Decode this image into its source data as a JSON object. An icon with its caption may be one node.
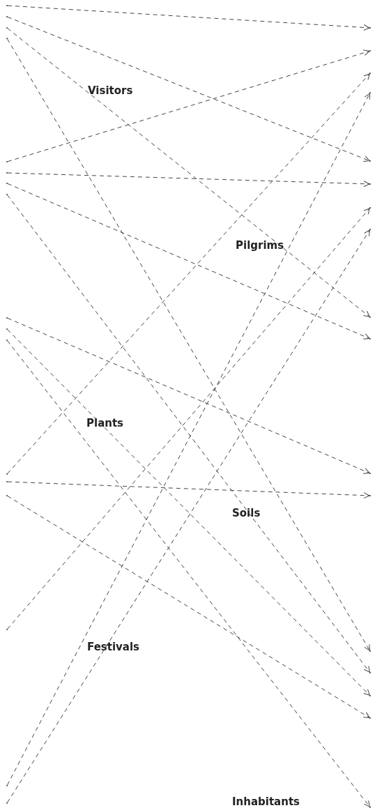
{
  "diagram": {
    "nodes": [
      {
        "text": [
          "Visitors"
        ]
      },
      {
        "text": [
          "Pilgrims"
        ]
      },
      {
        "text": [
          "Plants"
        ]
      },
      {
        "text": [
          "Soils"
        ]
      },
      {
        "text": [
          "Festivals"
        ]
      },
      {
        "text": [
          "Inhabitants"
        ]
      },
      {
        "text": [],
        "shape": "point"
      },
      {
        "text": [],
        "shape": "point"
      },
      {
        "text": [],
        "shape": "point"
      },
      {
        "text": [],
        "shape": "point"
      },
      {
        "text": [],
        "shape": "point"
      },
      {
        "text": [],
        "shape": "point"
      },
      {
        "text": [],
        "shape": "point"
      },
      {
        "text": [],
        "shape": "point"
      },
      {
        "text": [],
        "shape": "point"
      },
      {
        "text": [],
        "shape": "point"
      },
      {
        "text": [],
        "shape": "point"
      },
      {
        "text": [],
        "shape": "point"
      },
      {
        "text": [],
        "shape": "point"
      },
      {
        "text": [],
        "shape": "point"
      },
      {
        "text": [],
        "shape": "point"
      },
      {
        "text": [],
        "shape": "point"
      },
      {
        "text": [],
        "shape": "point"
      },
      {
        "text": [],
        "shape": "point"
      },
      {
        "text": [],
        "shape": "point"
      },
      {
        "text": [],
        "shape": "point"
      },
      {
        "text": [],
        "shape": "point"
      },
      {
        "text": [],
        "shape": "point"
      },
      {
        "text": [],
        "shape": "point"
      },
      {
        "text": [],
        "shape": "point"
      },
      {
        "text": [],
        "shape": "point"
      },
      {
        "text": [],
        "shape": "point"
      },
      {
        "text": [],
        "shape": "point"
      },
      {
        "text": [],
        "shape": "point"
      },
      {
        "text": [],
        "shape": "point"
      },
      {
        "text": [],
        "shape": "point"
      },
      {
        "text": [],
        "shape": "point"
      },
      {
        "text": [],
        "shape": "point"
      },
      {
        "text": [],
        "shape": "point"
      },
      {
        "text": [],
        "shape": "point"
      }
    ],
    "edges": [
      {
        "from": 6,
        "to": 23,
        "arrow": "to",
        "style": "dashed"
      },
      {
        "from": 7,
        "to": 27,
        "arrow": "to",
        "style": "dashed"
      },
      {
        "from": 8,
        "to": 31,
        "arrow": "to",
        "style": "dashed"
      },
      {
        "from": 9,
        "to": 35,
        "arrow": "to",
        "style": "dashed"
      },
      {
        "from": 10,
        "to": 24,
        "arrow": "to",
        "style": "dashed"
      },
      {
        "from": 11,
        "to": 28,
        "arrow": "to",
        "style": "dashed"
      },
      {
        "from": 12,
        "to": 32,
        "arrow": "to",
        "style": "dashed"
      },
      {
        "from": 13,
        "to": 36,
        "arrow": "to",
        "style": "dashed"
      },
      {
        "from": 14,
        "to": 33,
        "arrow": "to",
        "style": "dashed"
      },
      {
        "from": 15,
        "to": 37,
        "arrow": "to",
        "style": "dashed"
      },
      {
        "from": 16,
        "to": 39,
        "arrow": "to",
        "style": "dashed"
      },
      {
        "from": 17,
        "to": 25,
        "arrow": "to",
        "style": "dashed"
      },
      {
        "from": 18,
        "to": 34,
        "arrow": "to",
        "style": "dashed"
      },
      {
        "from": 19,
        "to": 38,
        "arrow": "to",
        "style": "dashed"
      },
      {
        "from": 20,
        "to": 29,
        "arrow": "to",
        "style": "dashed"
      },
      {
        "from": 21,
        "to": 26,
        "arrow": "to",
        "style": "dashed"
      },
      {
        "from": 22,
        "to": 30,
        "arrow": "to",
        "style": "dashed"
      }
    ]
  }
}
